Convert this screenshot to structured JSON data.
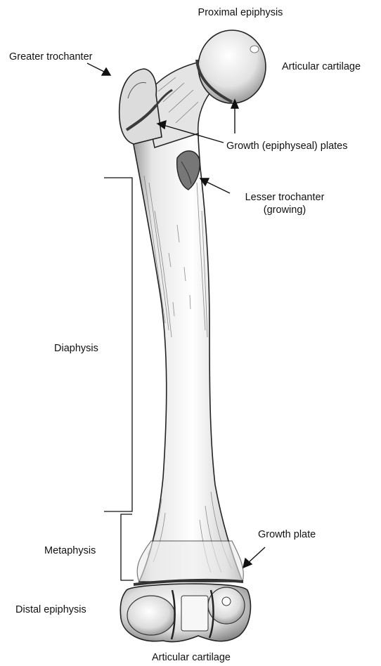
{
  "labels": {
    "proximal_epiphysis": "Proximal epiphysis",
    "greater_trochanter": "Greater trochanter",
    "articular_cartilage_top": "Articular cartilage",
    "growth_plates": "Growth (epiphyseal) plates",
    "lesser_trochanter_line1": "Lesser trochanter",
    "lesser_trochanter_line2": "(growing)",
    "diaphysis": "Diaphysis",
    "metaphysis": "Metaphysis",
    "growth_plate": "Growth plate",
    "distal_epiphysis": "Distal epiphysis",
    "articular_cartilage_bottom": "Articular cartilage"
  },
  "colors": {
    "ink": "#111111",
    "bone_shade": "#cfcfcf",
    "bone_light": "#f3f3f3",
    "cartilage_line": "#3a3a3a"
  }
}
